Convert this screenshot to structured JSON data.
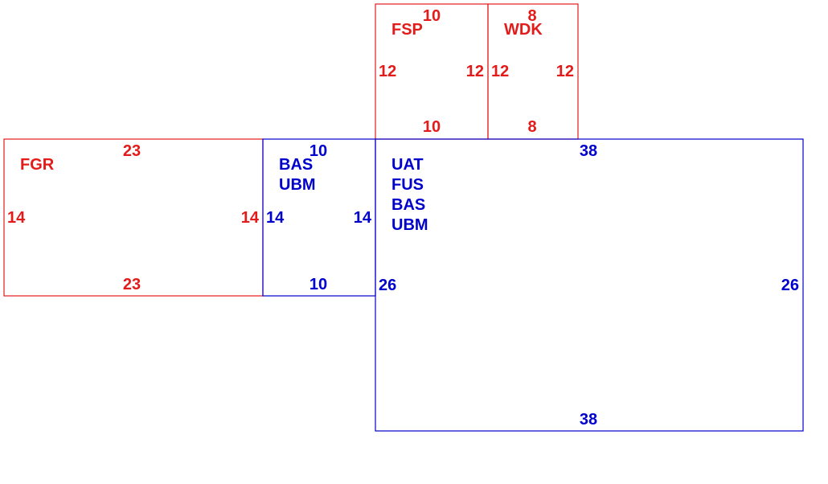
{
  "colors": {
    "red": "#e21b1b",
    "blue": "#0000cc",
    "background": "#ffffff"
  },
  "boxes": {
    "fsp": {
      "color": "red",
      "names": [
        "FSP"
      ],
      "top": "10",
      "bottom": "10",
      "left": "12",
      "right": "12"
    },
    "wdk": {
      "color": "red",
      "names": [
        "WDK"
      ],
      "top": "8",
      "bottom": "8",
      "left": "12",
      "right": "12"
    },
    "fgr": {
      "color": "red",
      "names": [
        "FGR"
      ],
      "top": "23",
      "bottom": "23",
      "left": "14",
      "right": "14"
    },
    "bas": {
      "color": "blue",
      "names": [
        "BAS",
        "UBM"
      ],
      "top": "10",
      "bottom": "10",
      "left": "14",
      "right": "14"
    },
    "uat": {
      "color": "blue",
      "names": [
        "UAT",
        "FUS",
        "BAS",
        "UBM"
      ],
      "top": "38",
      "bottom": "38",
      "left": "26",
      "right": "26"
    }
  }
}
